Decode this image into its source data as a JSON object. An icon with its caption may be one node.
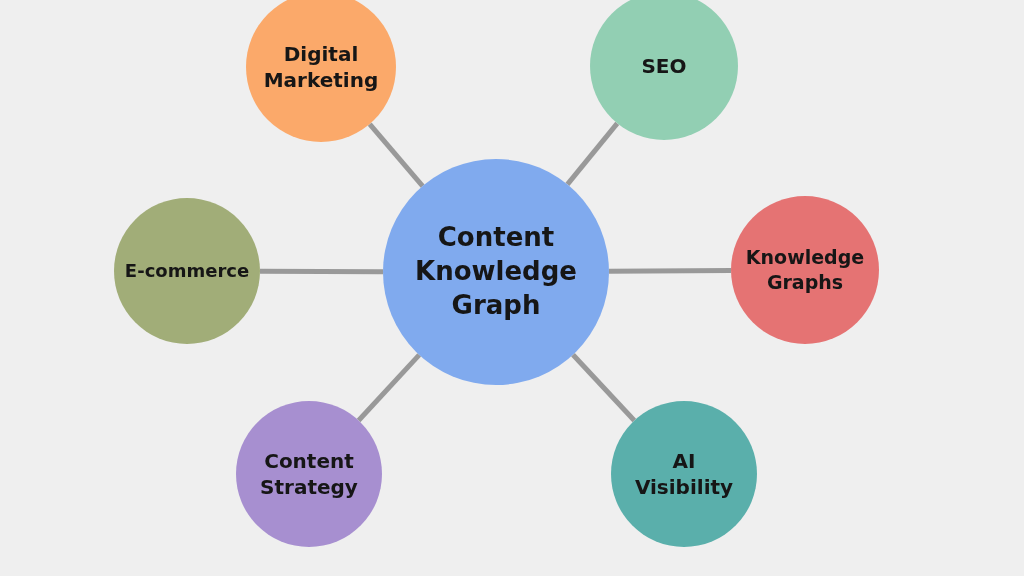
{
  "diagram": {
    "nodes": [
      {
        "text": [
          "Content Knowledge Graph"
        ]
      },
      {
        "text": [
          "Digital Marketing"
        ]
      },
      {
        "text": [
          "SEO"
        ]
      },
      {
        "text": [
          "E-commerce"
        ]
      },
      {
        "text": [
          "Knowledge Graphs"
        ]
      },
      {
        "text": [
          "Content Strategy"
        ]
      },
      {
        "text": [
          "AI Visibility"
        ]
      }
    ],
    "edges": [
      {
        "from": 0,
        "to": 1,
        "arrow": "none"
      },
      {
        "from": 0,
        "to": 2,
        "arrow": "none"
      },
      {
        "from": 0,
        "to": 3,
        "arrow": "none"
      },
      {
        "from": 0,
        "to": 4,
        "arrow": "none"
      },
      {
        "from": 0,
        "to": 5,
        "arrow": "none"
      },
      {
        "from": 0,
        "to": 6,
        "arrow": "none"
      }
    ]
  }
}
